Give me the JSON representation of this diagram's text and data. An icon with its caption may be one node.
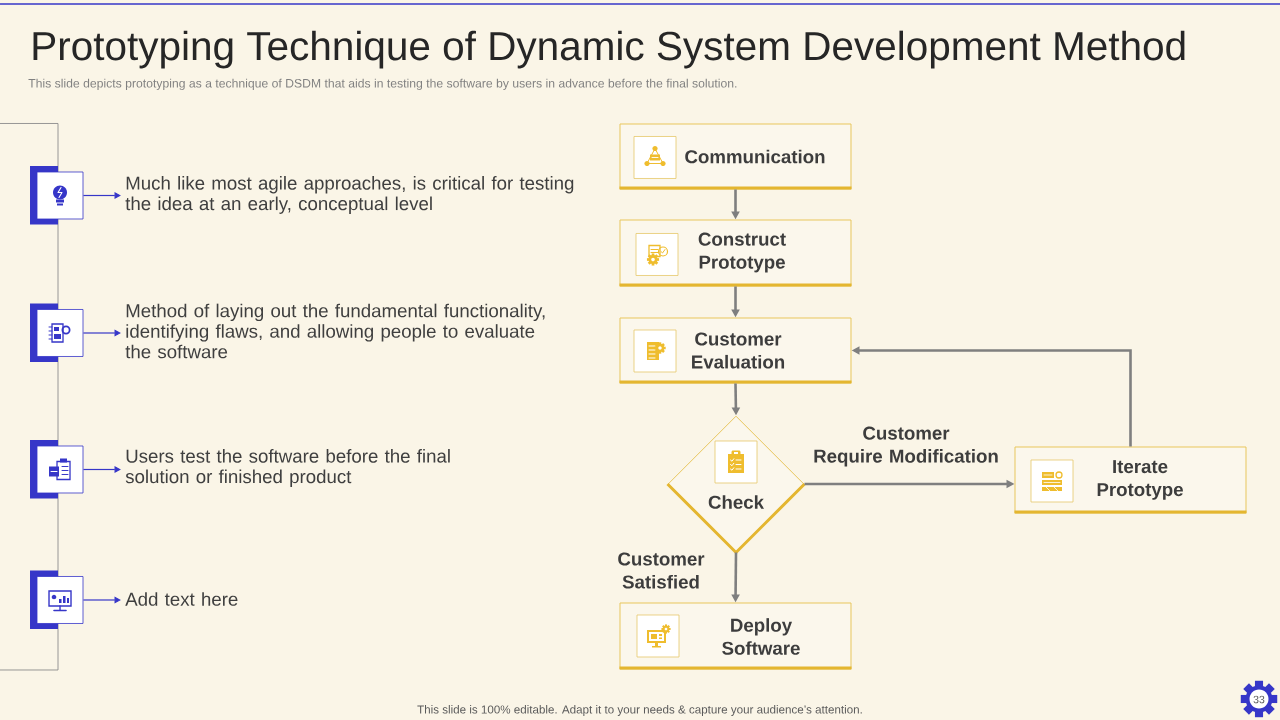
{
  "diagram": {
    "title": "Prototyping Technique of Dynamic System Development Method",
    "nodes": [
      {
        "text": [],
        "shape": "box"
      },
      {
        "text": [
          "Much like most agile approaches, is critical for testing the idea at an early, conceptual level"
        ]
      },
      {
        "text": [],
        "shape": "box"
      },
      {
        "text": [
          "Method of laying out the fundamental functionality, identifying flaws, and allowing people to evaluate the software"
        ]
      },
      {
        "text": [],
        "shape": "box"
      },
      {
        "text": [
          "Users test the software before the final solution or finished product"
        ]
      },
      {
        "text": [],
        "shape": "box"
      },
      {
        "text": [
          "Add text here"
        ]
      },
      {
        "text": [
          "Communication"
        ]
      },
      {
        "text": [
          "Construct Prototype"
        ]
      },
      {
        "text": [
          "Customer Evaluation"
        ]
      },
      {
        "text": [
          "Check"
        ]
      },
      {
        "text": [
          "Iterate Prototype"
        ]
      },
      {
        "text": [
          "Deploy Software"
        ]
      }
    ],
    "edges": [
      {
        "from": 0,
        "to": 1,
        "arrow": "to",
        "color": "#3636c8"
      },
      {
        "from": 2,
        "to": 3,
        "arrow": "to",
        "color": "#3636c8"
      },
      {
        "from": 4,
        "to": 5,
        "arrow": "to",
        "color": "#3636c8"
      },
      {
        "from": 6,
        "to": 7,
        "arrow": "to",
        "color": "#3636c8"
      },
      {
        "from": 8,
        "to": 9,
        "arrow": "to"
      },
      {
        "from": 9,
        "to": 10,
        "arrow": "to"
      },
      {
        "from": 10,
        "to": 11,
        "arrow": "to"
      },
      {
        "from": 11,
        "to": 12,
        "arrow": "to",
        "label": "Customer Require Modification"
      },
      {
        "from": 11,
        "to": 13,
        "arrow": "to",
        "label": "Customer Satisfied"
      },
      {
        "from": 12,
        "to": 10,
        "arrow": "to"
      }
    ],
    "labels": [
      "This slide depicts prototyping as a technique of DSDM that aids in testing the software by users in advance before the final solution.",
      "This slide is 100% editable. Adapt it to your needs & capture your audience’s attention.",
      "33"
    ]
  }
}
